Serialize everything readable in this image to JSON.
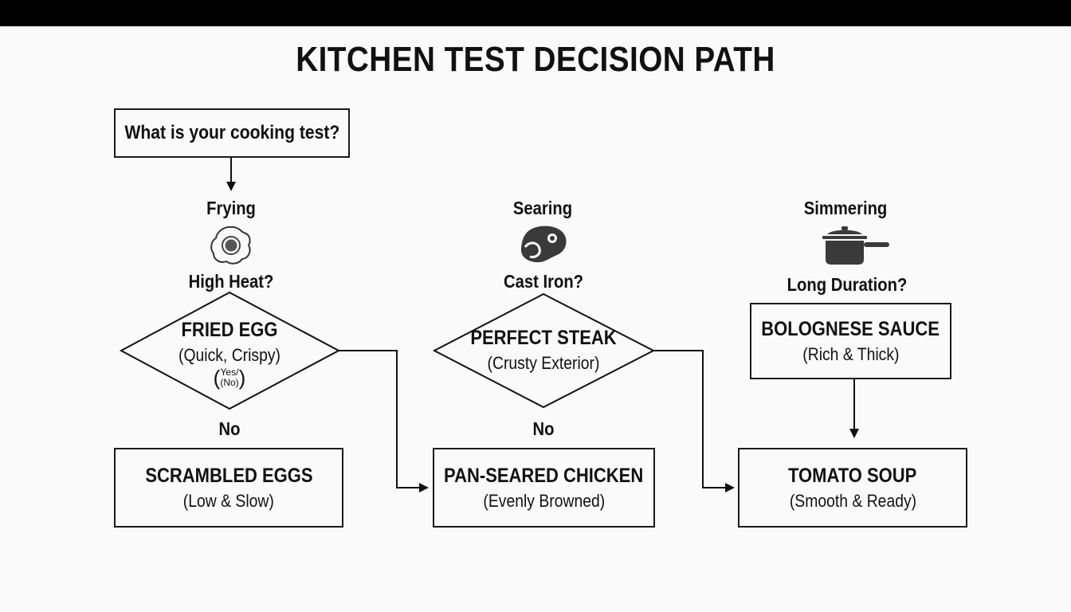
{
  "title": "KITCHEN TEST DECISION PATH",
  "start": {
    "label": "What is your cooking test?"
  },
  "columns": [
    {
      "category": "Frying",
      "question": "High Heat?",
      "icon": "fried-egg-icon",
      "decision": {
        "title": "FRIED EGG",
        "subtitle": "(Quick, Crispy)",
        "yes_label": "Yes/",
        "no_label": "(No)"
      },
      "branch_label": "No",
      "result": {
        "title": "SCRAMBLED EGGS",
        "subtitle": "(Low & Slow)"
      }
    },
    {
      "category": "Searing",
      "question": "Cast Iron?",
      "icon": "steak-icon",
      "decision": {
        "title": "PERFECT STEAK",
        "subtitle": "(Crusty Exterior)"
      },
      "branch_label": "No",
      "result": {
        "title": "PAN-SEARED CHICKEN",
        "subtitle": "(Evenly Browned)"
      }
    },
    {
      "category": "Simmering",
      "question": "Long Duration?",
      "icon": "pot-icon",
      "decision": {
        "title": "BOLOGNESE SAUCE",
        "subtitle": "(Rich & Thick)"
      },
      "result": {
        "title": "TOMATO SOUP",
        "subtitle": "(Smooth & Ready)"
      }
    }
  ]
}
